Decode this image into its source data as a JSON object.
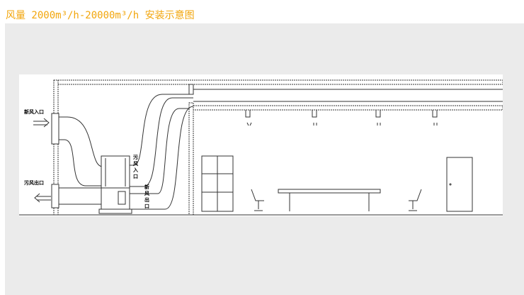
{
  "title": "风量 2000m³/h-20000m³/h 安装示意图",
  "labels": {
    "fresh_air_inlet": "新风入口",
    "exhaust_outlet": "污风出口",
    "exhaust_inlet": [
      "污",
      "风",
      "入",
      "口"
    ],
    "fresh_air_outlet": [
      "新",
      "风",
      "出",
      "口"
    ]
  },
  "colors": {
    "title": "#f2a60c",
    "panel": "#ebebeb",
    "line": "#333333"
  }
}
